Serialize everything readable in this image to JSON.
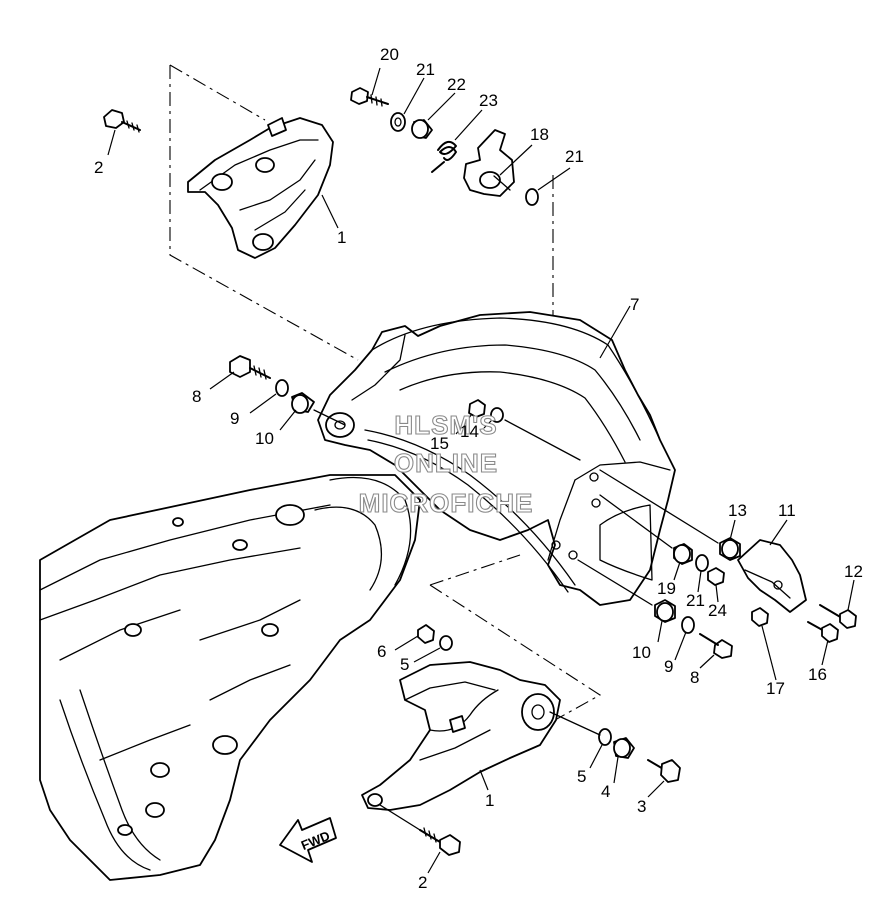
{
  "watermark": {
    "line1": "HLSM'S",
    "line2": "ONLINE",
    "line3": "MICROFICHE"
  },
  "direction_label": "FWD",
  "callouts": {
    "c1_upper": "1",
    "c1_lower": "1",
    "c2_upper": "2",
    "c2_lower": "2",
    "c3": "3",
    "c4": "4",
    "c5_a": "5",
    "c5_b": "5",
    "c6": "6",
    "c7": "7",
    "c8_a": "8",
    "c8_b": "8",
    "c9_a": "9",
    "c9_b": "9",
    "c10_a": "10",
    "c10_b": "10",
    "c11": "11",
    "c12": "12",
    "c13": "13",
    "c14": "14",
    "c15": "15",
    "c16": "16",
    "c17": "17",
    "c18": "18",
    "c19": "19",
    "c20": "20",
    "c21_a": "21",
    "c21_b": "21",
    "c21_c": "21",
    "c22": "22",
    "c23": "23",
    "c24": "24"
  }
}
